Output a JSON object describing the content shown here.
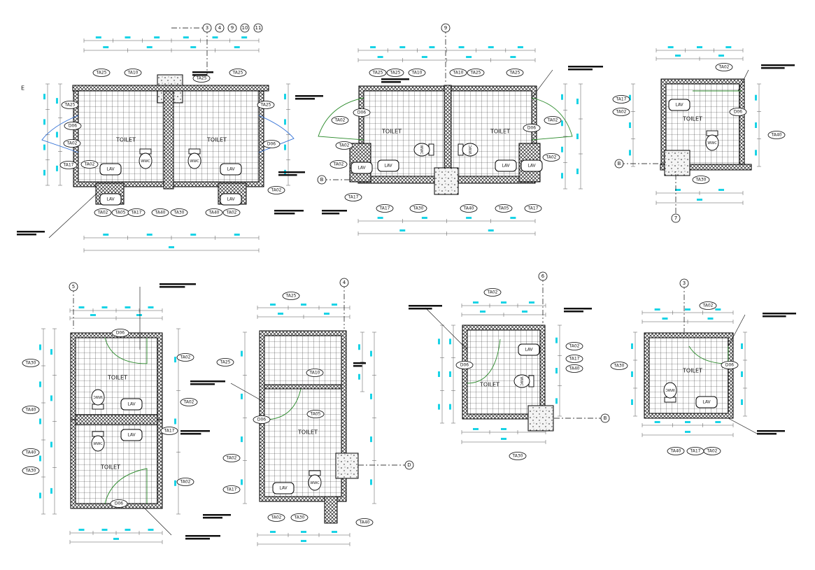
{
  "sheet": {
    "plans": [
      {
        "id": "plan-1",
        "grid_labels": [
          "3",
          "4",
          "9",
          "10",
          "11"
        ],
        "axis_labels": [
          "E"
        ],
        "rooms": [
          "TOILET",
          "TOILET"
        ],
        "fixtures": [
          "LAV",
          "LAV",
          "LAV",
          "LAV",
          "WWC",
          "WWC"
        ],
        "tags": [
          "TA25",
          "TA10",
          "TA25",
          "TA25",
          "TA25",
          "D06",
          "TA02",
          "TA02",
          "D06",
          "TA17",
          "TA02",
          "TA05",
          "TA17",
          "TA40",
          "TA30",
          "TA40",
          "TA02",
          "TA17",
          "TA02"
        ]
      },
      {
        "id": "plan-2",
        "grid_labels": [
          "9"
        ],
        "axis_labels": [
          "B"
        ],
        "rooms": [
          "TOILET",
          "TOILET"
        ],
        "fixtures": [
          "LAV",
          "LAV",
          "LAV",
          "LAV",
          "WWC",
          "WWC"
        ],
        "tags": [
          "TA25",
          "TA25",
          "TA10",
          "TA10",
          "TA25",
          "TA25",
          "D06",
          "TA02",
          "TA02",
          "TA02",
          "TA17",
          "TA17",
          "TA30",
          "TA40",
          "TA05",
          "TA17",
          "D06",
          "TA02",
          "TA02"
        ]
      },
      {
        "id": "plan-3",
        "grid_labels": [
          "7"
        ],
        "axis_labels": [
          "B"
        ],
        "rooms": [
          "TOILET"
        ],
        "fixtures": [
          "LAV",
          "WWC"
        ],
        "tags": [
          "TA02",
          "TA17",
          "TA02",
          "D06",
          "TA40",
          "TA30"
        ]
      },
      {
        "id": "plan-4",
        "grid_labels": [
          "5"
        ],
        "axis_labels": [],
        "rooms": [
          "TOILET",
          "TOILET"
        ],
        "fixtures": [
          "LAV",
          "LAV",
          "WWC",
          "WWC"
        ],
        "tags": [
          "D06",
          "TA02",
          "TA30",
          "TA40",
          "TA02",
          "TA17",
          "TA40",
          "TA30",
          "TA02",
          "D06"
        ]
      },
      {
        "id": "plan-5",
        "grid_labels": [
          "4"
        ],
        "axis_labels": [
          "D"
        ],
        "rooms": [
          "TOILET"
        ],
        "fixtures": [
          "LAV",
          "WWC"
        ],
        "tags": [
          "TA25",
          "TA25",
          "TA10",
          "TA05",
          "D06",
          "TA02",
          "TA17",
          "TA02",
          "TA30",
          "TA40"
        ]
      },
      {
        "id": "plan-6",
        "grid_labels": [
          "6"
        ],
        "axis_labels": [
          "B"
        ],
        "rooms": [
          "TOILET"
        ],
        "fixtures": [
          "LAV",
          "WWC"
        ],
        "tags": [
          "TA02",
          "D06",
          "TA02",
          "TA17",
          "TA40",
          "TA30"
        ]
      },
      {
        "id": "plan-7",
        "grid_labels": [
          "3"
        ],
        "axis_labels": [],
        "rooms": [
          "TOILET"
        ],
        "fixtures": [
          "LAV",
          "WWC"
        ],
        "tags": [
          "TA02",
          "TA30",
          "D06",
          "TA40",
          "TA17",
          "TA02"
        ]
      }
    ]
  }
}
